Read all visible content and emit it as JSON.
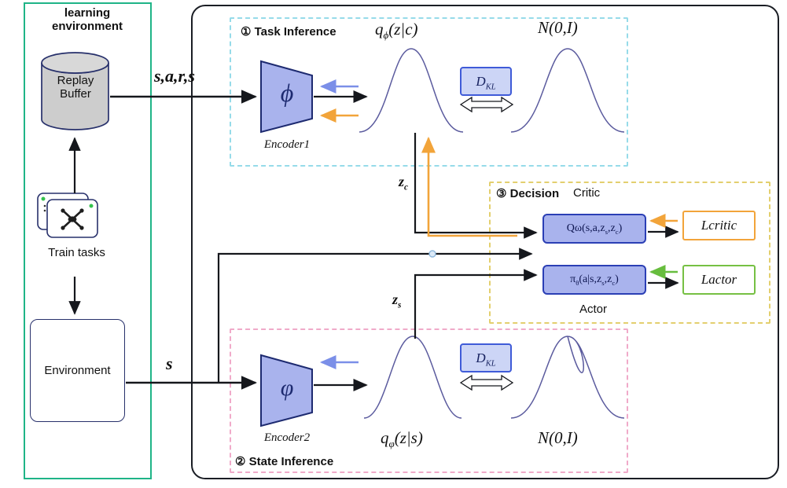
{
  "colors": {
    "panel_teal": "#1fb487",
    "region_cyan": "#96dbe9",
    "region_pink": "#f0aac9",
    "region_yellow": "#e3cf6e",
    "node_fill": "#a9b3ed",
    "node_border": "#2b3fb5",
    "dkl_fill": "#ccd5f6",
    "arrow_blue": "#7b8fe8",
    "arrow_orange": "#f2a43a",
    "arrow_green": "#67bd3e",
    "curve_purple": "#5b5b9e",
    "cylinder_gray": "#cdcdcd"
  },
  "learning_env": {
    "title": "learning\nenvironment",
    "replay_buffer": "Replay\nBuffer",
    "train_tasks": "Train tasks",
    "environment": "Environment"
  },
  "flows": {
    "sars": "s,a,r,s",
    "s": "s",
    "z_c": [
      {
        "t": "z"
      },
      {
        "t": "c",
        "sub": true
      }
    ],
    "z_s": [
      {
        "t": "z"
      },
      {
        "t": "s",
        "sub": true
      }
    ]
  },
  "task_inference": {
    "title": "① Task Inference",
    "posterior": [
      {
        "t": "q"
      },
      {
        "t": "ϕ",
        "sub": true
      },
      {
        "t": "(z|c)"
      }
    ],
    "prior": "N(0,I)",
    "dkl": [
      {
        "t": "D"
      },
      {
        "t": "KL",
        "sub": true
      }
    ],
    "encoder_symbol": "ϕ",
    "encoder_name": "Encoder1"
  },
  "state_inference": {
    "title": "② State Inference",
    "posterior": [
      {
        "t": "q"
      },
      {
        "t": "φ",
        "sub": true
      },
      {
        "t": "(z|s)"
      }
    ],
    "prior": "N(0,I)",
    "dkl": [
      {
        "t": "D"
      },
      {
        "t": "KL",
        "sub": true
      }
    ],
    "encoder_symbol": "φ",
    "encoder_name": "Encoder2"
  },
  "decision": {
    "title": "③ Decision",
    "critic": "Critic",
    "actor": "Actor",
    "q_function": [
      {
        "t": "Qω(s,a,z"
      },
      {
        "t": "s",
        "sub": true
      },
      {
        "t": ",z"
      },
      {
        "t": "c",
        "sub": true
      },
      {
        "t": ")"
      }
    ],
    "policy": [
      {
        "t": "π"
      },
      {
        "t": "θ",
        "sub": true
      },
      {
        "t": "(a|s,z"
      },
      {
        "t": "s",
        "sub": true
      },
      {
        "t": ",z"
      },
      {
        "t": "c",
        "sub": true
      },
      {
        "t": ")"
      }
    ],
    "critic_loss": "Lcritic",
    "actor_loss": "Lactor"
  }
}
